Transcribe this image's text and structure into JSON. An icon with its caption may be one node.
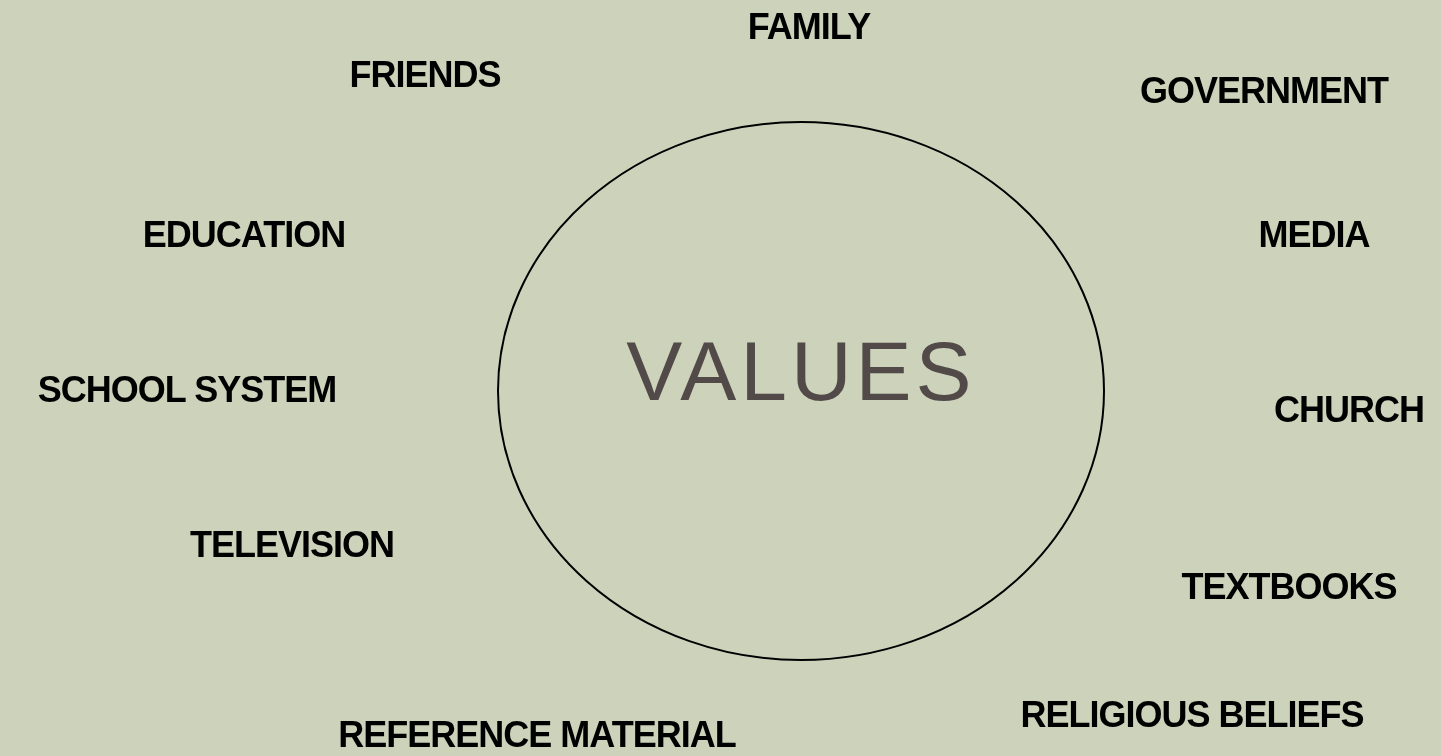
{
  "diagram": {
    "nodes": [
      {
        "text": [
          "VALUES"
        ]
      }
    ],
    "labels": [
      "FAMILY",
      "FRIENDS",
      "GOVERNMENT",
      "EDUCATION",
      "MEDIA",
      "SCHOOL SYSTEM",
      "CHURCH",
      "TELEVISION",
      "TEXTBOOKS",
      "RELIGIOUS BELIEFS",
      "REFERENCE MATERIAL"
    ]
  }
}
